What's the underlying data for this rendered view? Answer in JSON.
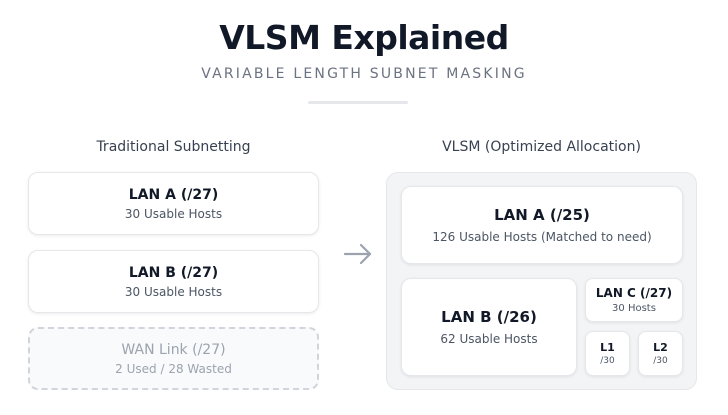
{
  "header": {
    "title": "VLSM Explained",
    "subtitle": "VARIABLE LENGTH SUBNET MASKING"
  },
  "traditional": {
    "heading": "Traditional Subnetting",
    "blocks": [
      {
        "name": "LAN A (/27)",
        "hosts": "30 Usable Hosts"
      },
      {
        "name": "LAN B (/27)",
        "hosts": "30 Usable Hosts"
      },
      {
        "name": "WAN Link (/27)",
        "hosts": "2 Used / 28 Wasted"
      }
    ]
  },
  "arrow_icon": "arrow-right-icon",
  "vlsm": {
    "heading": "VLSM (Optimized Allocation)",
    "blocks": [
      {
        "name": "LAN A (/25)",
        "hosts": "126 Usable Hosts (Matched to need)"
      },
      {
        "name": "LAN B (/26)",
        "hosts": "62 Usable Hosts"
      },
      {
        "name": "LAN C (/27)",
        "hosts": "30 Hosts"
      },
      {
        "name": "L1",
        "hosts": "/30"
      },
      {
        "name": "L2",
        "hosts": "/30"
      }
    ]
  },
  "colors": {
    "title": "#111827",
    "subtitle": "#6b7280",
    "wasted_text": "#9ca3af",
    "container_bg": "#f3f4f6",
    "arrow": "#9ca3af"
  }
}
